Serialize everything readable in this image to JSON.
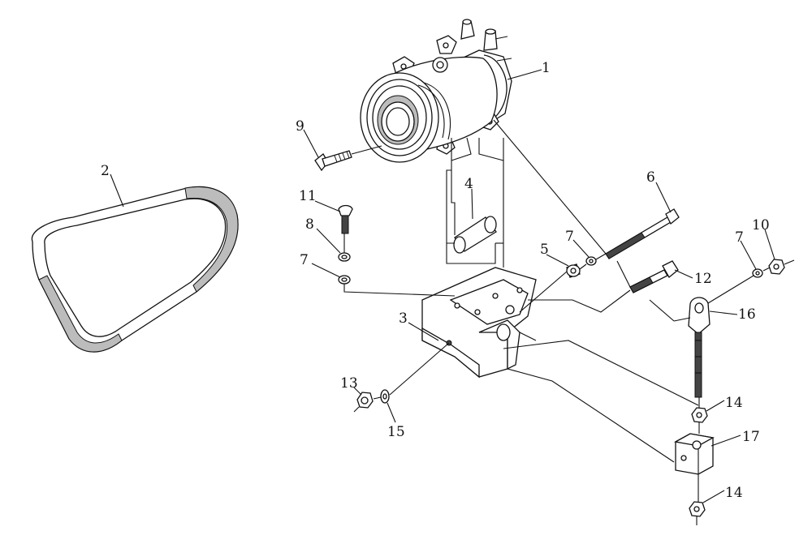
{
  "callouts": [
    {
      "id": "1",
      "label": "1"
    },
    {
      "id": "2",
      "label": "2"
    },
    {
      "id": "3",
      "label": "3"
    },
    {
      "id": "4",
      "label": "4"
    },
    {
      "id": "5",
      "label": "5"
    },
    {
      "id": "6",
      "label": "6"
    },
    {
      "id": "7a",
      "label": "7"
    },
    {
      "id": "7b",
      "label": "7"
    },
    {
      "id": "7c",
      "label": "7"
    },
    {
      "id": "8",
      "label": "8"
    },
    {
      "id": "9",
      "label": "9"
    },
    {
      "id": "10",
      "label": "10"
    },
    {
      "id": "11",
      "label": "11"
    },
    {
      "id": "12",
      "label": "12"
    },
    {
      "id": "13",
      "label": "13"
    },
    {
      "id": "14a",
      "label": "14"
    },
    {
      "id": "14b",
      "label": "14"
    },
    {
      "id": "15",
      "label": "15"
    },
    {
      "id": "16",
      "label": "16"
    },
    {
      "id": "17",
      "label": "17"
    }
  ]
}
